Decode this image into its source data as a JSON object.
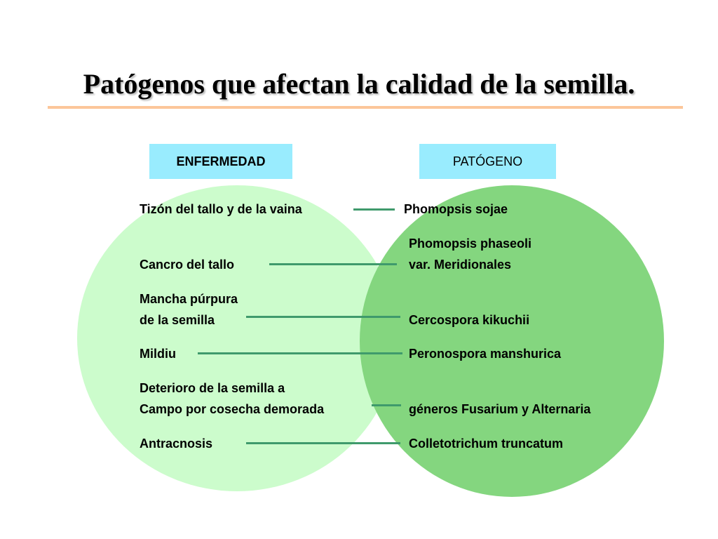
{
  "slide": {
    "title": "Patógenos que afectan la calidad de la semilla."
  },
  "headers": {
    "left": "ENFERMEDAD",
    "right": "PATÓGENO"
  },
  "rows": [
    {
      "disease": [
        "Tizón del tallo y de la vaina"
      ],
      "pathogen": [
        "Phomopsis sojae"
      ]
    },
    {
      "disease": [
        "Cancro del tallo"
      ],
      "pathogen": [
        "Phomopsis phaseoli",
        "var. Meridionales"
      ]
    },
    {
      "disease": [
        "Mancha púrpura",
        "de la semilla"
      ],
      "pathogen": [
        "Cercospora kikuchii"
      ]
    },
    {
      "disease": [
        "Mildiu"
      ],
      "pathogen": [
        "Peronospora manshurica"
      ]
    },
    {
      "disease": [
        "Deterioro de la semilla a",
        "Campo por cosecha demorada"
      ],
      "pathogen": [
        "géneros Fusarium y Alternaria"
      ]
    },
    {
      "disease": [
        "Antracnosis"
      ],
      "pathogen": [
        "Colletotrichum truncatum"
      ]
    }
  ],
  "colors": {
    "left_circle": "#ccfccc",
    "right_circle": "#84d67f",
    "header_box": "#99ecfe",
    "connector": "#3f9a6c",
    "title_rule": "#fcc69a"
  }
}
